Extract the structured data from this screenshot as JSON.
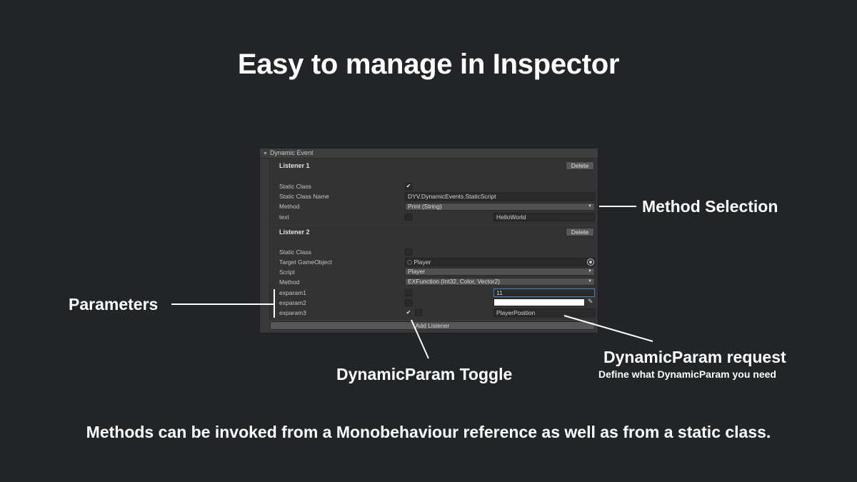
{
  "slide": {
    "title": "Easy to manage in Inspector",
    "footer": "Methods can be invoked from a Monobehaviour reference as well as from a static class."
  },
  "callouts": {
    "method_selection": "Method Selection",
    "parameters": "Parameters",
    "toggle": "DynamicParam Toggle",
    "request": "DynamicParam request",
    "request_sub": "Define what DynamicParam you need"
  },
  "inspector": {
    "header": "Dynamic Event",
    "add_listener": "Add Listener",
    "listener1": {
      "title": "Listener 1",
      "delete": "Delete",
      "static_class_label": "Static Class",
      "static_class_checked": true,
      "static_class_name_label": "Static Class Name",
      "static_class_name_value": "DYV.DynamicEvents.StaticScript",
      "method_label": "Method",
      "method_value": "Print (String)",
      "param_label": "text",
      "param_value": "HelloWorld"
    },
    "listener2": {
      "title": "Listener 2",
      "delete": "Delete",
      "static_class_label": "Static Class",
      "target_label": "Target GameObject",
      "target_value": "Player",
      "script_label": "Script",
      "script_value": "Player",
      "method_label": "Method",
      "method_value": "EXFunction (Int32, Color, Vector2)",
      "params": [
        {
          "label": "exparam1",
          "value": "11"
        },
        {
          "label": "exparam2",
          "color": "#ffffff"
        },
        {
          "label": "exparam3",
          "value": "PlayerPosition",
          "toggle_checked": true
        }
      ]
    }
  },
  "icons": {
    "foldout": "triangle-down-icon",
    "checkmark": "checkmark-icon",
    "object_picker": "target-circle-icon",
    "game_object": "cube-icon",
    "eyedropper": "eyedropper-icon"
  },
  "colors": {
    "background": "#232427",
    "panel": "#383838",
    "text": "#ffffff"
  }
}
